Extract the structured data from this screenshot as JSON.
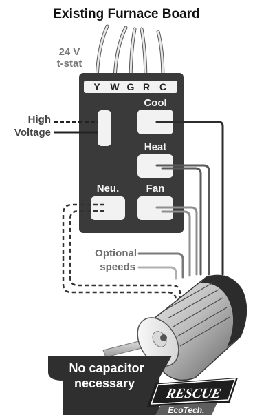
{
  "title": "Existing Furnace Board",
  "tstat_label": {
    "line1": "24 V",
    "line2": "t-stat"
  },
  "terminals": [
    "Y",
    "W",
    "G",
    "R",
    "C"
  ],
  "high_voltage_label": {
    "line1": "High",
    "line2": "Voltage"
  },
  "relays": {
    "cool": "Cool",
    "heat": "Heat",
    "neutral": "Neu.",
    "fan": "Fan"
  },
  "optional_label": {
    "line1": "Optional",
    "line2": "speeds"
  },
  "callout": {
    "line1": "No capacitor",
    "line2": "necessary"
  },
  "logo": {
    "brand": "RESCUE",
    "sub": "EcoTech."
  },
  "colors": {
    "board": "#3a3a3a",
    "relay": "#f2f2f2",
    "wire_dark": "#333333",
    "wire_gray": "#8a8a8a",
    "label_gray": "#777777",
    "callout_bg": "#2f2f2f",
    "motor_light": "#e0e0e0",
    "motor_dark": "#2c2c2c"
  }
}
